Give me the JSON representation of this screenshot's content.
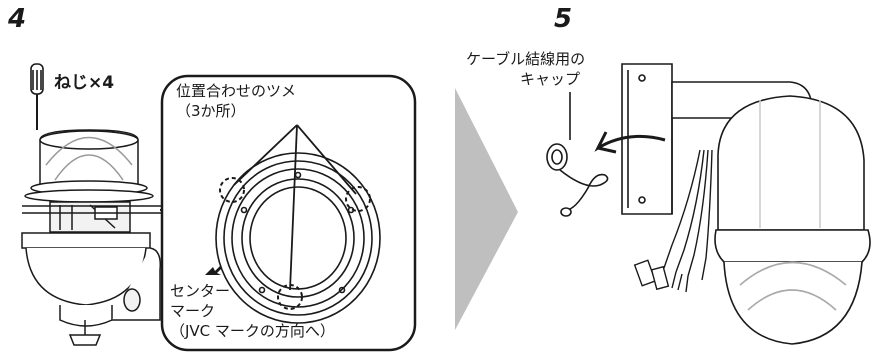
{
  "step4": {
    "number": "4",
    "screw_label": "ねじ×4",
    "callout": {
      "alignment_tabs_line1": "位置合わせのツメ",
      "alignment_tabs_line2": "（3か所）",
      "center_mark_line1": "センター",
      "center_mark_line2": "マーク",
      "center_mark_line3": "（JVC マークの方向へ）"
    }
  },
  "step5": {
    "number": "5",
    "cap_label_line1": "ケーブル結線用の",
    "cap_label_line2": "キャップ"
  },
  "colors": {
    "line": "#1a1a1a",
    "arrow_gray": "#bfbfbf",
    "fill_gray": "#e6e6e6"
  }
}
